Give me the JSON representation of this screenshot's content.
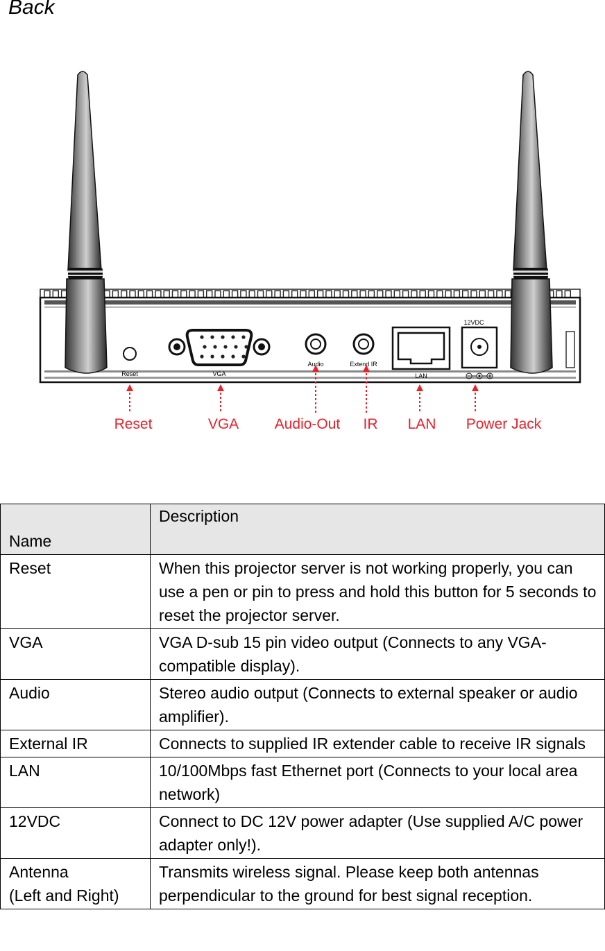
{
  "page": {
    "heading": "Back"
  },
  "figure": {
    "device_labels": {
      "reset": "Reset",
      "vga": "VGA",
      "audio": "Audio",
      "extend_ir": "Extend IR",
      "lan": "LAN",
      "power": "12VDC"
    },
    "callouts": [
      "Reset",
      "VGA",
      "Audio-Out",
      "IR",
      "LAN",
      "Power Jack"
    ],
    "callout_color": "#e8202a"
  },
  "table": {
    "headers": {
      "name": "Name",
      "description": "Description"
    },
    "rows": [
      {
        "name": "Reset",
        "description": "When this projector server is not working properly, you can use a pen or pin to press and hold this button for 5 seconds to reset the projector server."
      },
      {
        "name": "VGA",
        "description": "VGA D-sub 15 pin video output (Connects to any VGA-compatible display)."
      },
      {
        "name": "Audio",
        "description": "Stereo audio output (Connects to external speaker or audio amplifier)."
      },
      {
        "name": "External IR",
        "description": "Connects to supplied IR extender cable to receive IR signals"
      },
      {
        "name": "LAN",
        "description": "10/100Mbps fast Ethernet port (Connects to your local area network)"
      },
      {
        "name": "12VDC",
        "description": "Connect to DC 12V power adapter (Use supplied A/C power adapter only!)."
      },
      {
        "name": "Antenna (Left and Right)",
        "name_line1": "Antenna",
        "name_line2": "(Left and Right)",
        "description": "Transmits wireless signal. Please keep both antennas perpendicular to the ground for best signal reception."
      }
    ]
  }
}
